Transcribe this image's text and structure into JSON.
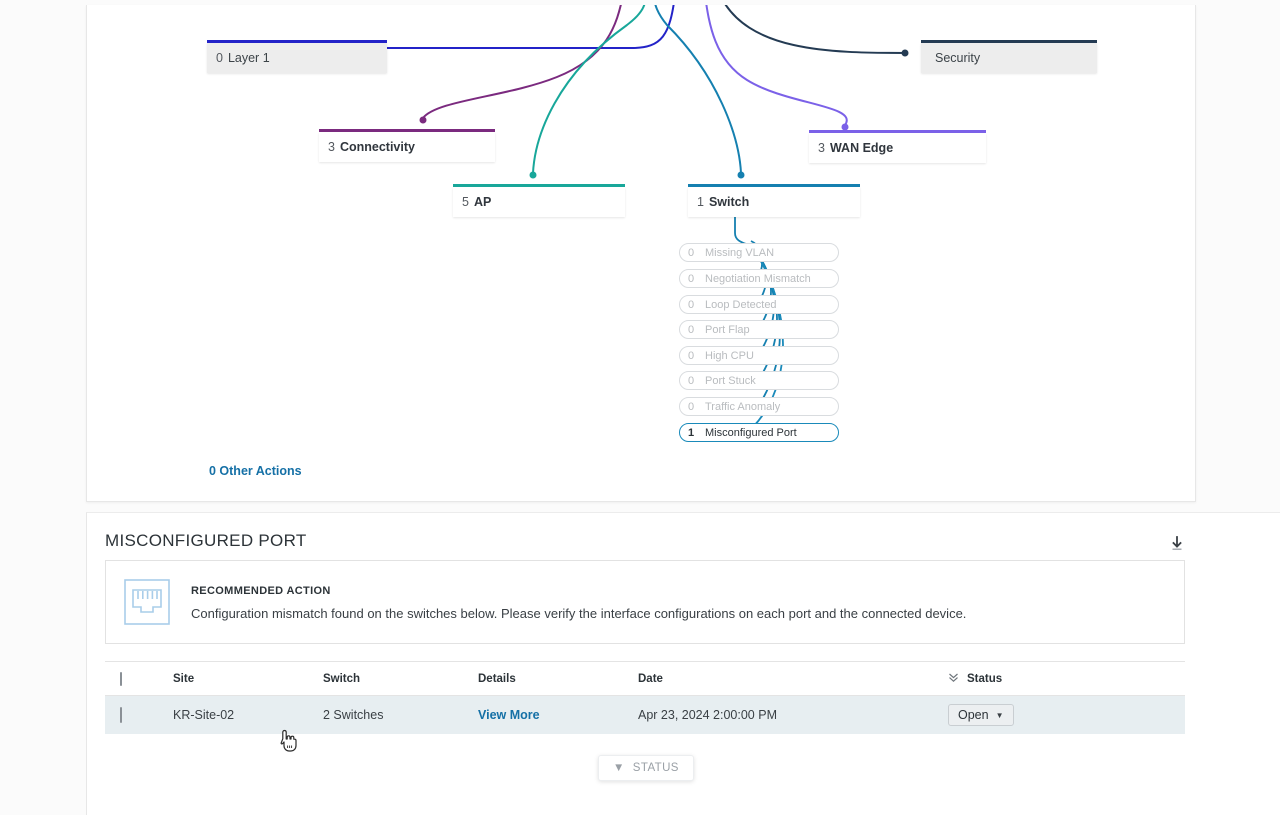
{
  "tree": {
    "nodes": [
      {
        "count": "0",
        "label": "Layer 1",
        "color": "#2323c8",
        "state": "dim"
      },
      {
        "count": "",
        "label": "Security",
        "color": "#243b53",
        "state": "dim"
      },
      {
        "count": "3",
        "label": "Connectivity",
        "color": "#7b2a7f",
        "state": "lit"
      },
      {
        "count": "3",
        "label": "WAN Edge",
        "color": "#7b61e8",
        "state": "lit"
      },
      {
        "count": "5",
        "label": "AP",
        "color": "#18a79a",
        "state": "lit"
      },
      {
        "count": "1",
        "label": "Switch",
        "color": "#1580b0",
        "state": "lit"
      }
    ],
    "sub_items": [
      {
        "count": "0",
        "label": "Missing VLAN",
        "active": false
      },
      {
        "count": "0",
        "label": "Negotiation Mismatch",
        "active": false
      },
      {
        "count": "0",
        "label": "Loop Detected",
        "active": false
      },
      {
        "count": "0",
        "label": "Port Flap",
        "active": false
      },
      {
        "count": "0",
        "label": "High CPU",
        "active": false
      },
      {
        "count": "0",
        "label": "Port Stuck",
        "active": false
      },
      {
        "count": "0",
        "label": "Traffic Anomaly",
        "active": false
      },
      {
        "count": "1",
        "label": "Misconfigured Port",
        "active": true
      }
    ],
    "other_actions_label": "0 Other Actions"
  },
  "detail": {
    "title": "MISCONFIGURED PORT",
    "download_icon": "download-icon",
    "recommendation": {
      "icon": "ethernet-port-icon",
      "heading": "RECOMMENDED ACTION",
      "body": "Configuration mismatch found on the switches below. Please verify the interface configurations on each port and the connected device."
    },
    "table": {
      "columns": [
        "Site",
        "Switch",
        "Details",
        "Date",
        "Status"
      ],
      "sort_icon": "»",
      "rows": [
        {
          "site": "KR-Site-02",
          "switch": "2 Switches",
          "details": "View More",
          "date": "Apr 23, 2024 2:00:00 PM",
          "status": "Open"
        }
      ]
    },
    "status_filter_label": "STATUS",
    "status_filter_caret": "▼"
  },
  "colors": {
    "link_blue": "#1570a6",
    "row_highlight": "#e7eef1",
    "active_pill_border": "#1a8aba"
  }
}
